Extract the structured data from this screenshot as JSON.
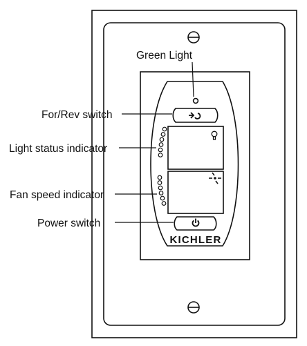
{
  "labels": {
    "green_light": "Green Light",
    "for_rev_switch": "For/Rev switch",
    "light_status_indicator": "Light status indicator",
    "fan_speed_indicator": "Fan speed indicator",
    "power_switch": "Power switch"
  },
  "brand": "KICHLER",
  "icons": {
    "plate_screw": "screw-icon",
    "for_rev": "for-rev-arrow-icon",
    "light": "light-bulb-icon",
    "fan": "fan-icon",
    "power": "power-icon"
  },
  "indicators": {
    "light_status_leds": 6,
    "fan_speed_leds": 6
  }
}
